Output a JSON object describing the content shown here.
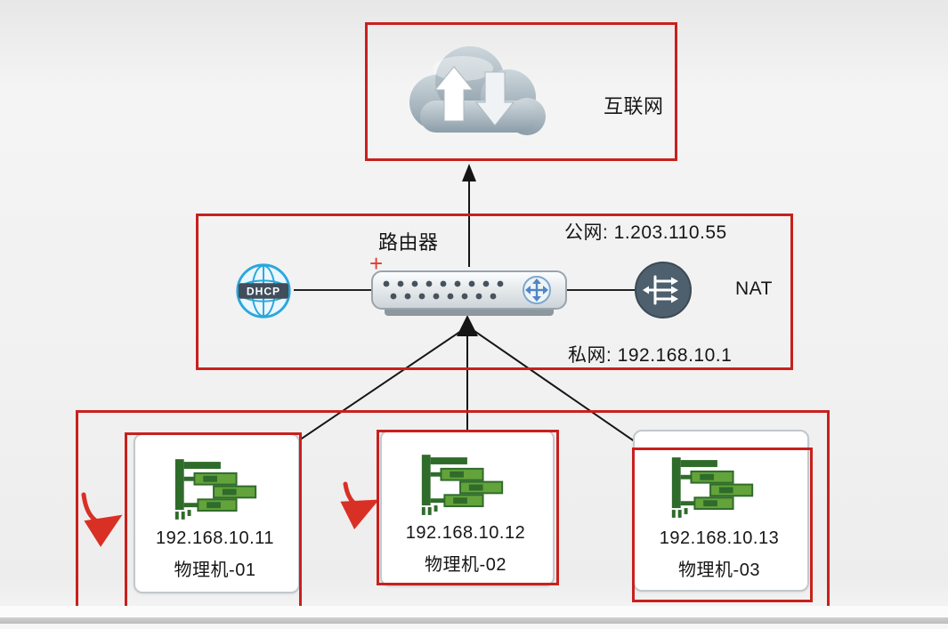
{
  "internet": {
    "label": "互联网"
  },
  "router": {
    "label": "路由器",
    "public_ip_label": "公网:  1.203.110.55",
    "private_ip_label": "私网:  192.168.10.1",
    "dhcp_label": "DHCP",
    "nat_label": "NAT",
    "plus_mark": "+"
  },
  "machines": [
    {
      "ip": "192.168.10.11",
      "name": "物理机-01"
    },
    {
      "ip": "192.168.10.12",
      "name": "物理机-02"
    },
    {
      "ip": "192.168.10.13",
      "name": "物理机-03"
    }
  ],
  "colors": {
    "highlight_red": "#c9201d",
    "annotation_red": "#d93025",
    "cloud_gray": "#96a5b0",
    "nic_green": "#4c8c32",
    "dhcp_blue": "#2aa7dd",
    "nat_gray": "#4e5f6d",
    "line_black": "#151515"
  }
}
